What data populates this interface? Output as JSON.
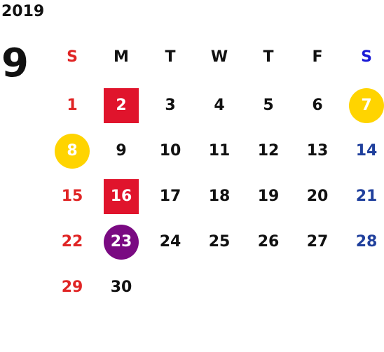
{
  "year": "2019",
  "month": "9",
  "colors": {
    "sunday_text": "#e02424",
    "saturday_text": "#1f3f9c",
    "saturday_header": "#1a1ad6",
    "weekday_text": "#111111",
    "red_highlight": "#e0142c",
    "yellow_highlight": "#ffd400",
    "purple_highlight": "#7a0a82"
  },
  "weekdays": [
    {
      "label": "S",
      "color": "#e02424"
    },
    {
      "label": "M",
      "color": "#111111"
    },
    {
      "label": "T",
      "color": "#111111"
    },
    {
      "label": "W",
      "color": "#111111"
    },
    {
      "label": "T",
      "color": "#111111"
    },
    {
      "label": "F",
      "color": "#111111"
    },
    {
      "label": "S",
      "color": "#1a1ad6"
    }
  ],
  "days": [
    {
      "n": "1",
      "color": "#e02424"
    },
    {
      "n": "2",
      "color": "#ffffff",
      "bg": "#e0142c",
      "shape": "square"
    },
    {
      "n": "3",
      "color": "#111111"
    },
    {
      "n": "4",
      "color": "#111111"
    },
    {
      "n": "5",
      "color": "#111111"
    },
    {
      "n": "6",
      "color": "#111111"
    },
    {
      "n": "7",
      "color": "#ffffff",
      "bg": "#ffd400",
      "shape": "circle"
    },
    {
      "n": "8",
      "color": "#ffffff",
      "bg": "#ffd400",
      "shape": "circle"
    },
    {
      "n": "9",
      "color": "#111111"
    },
    {
      "n": "10",
      "color": "#111111"
    },
    {
      "n": "11",
      "color": "#111111"
    },
    {
      "n": "12",
      "color": "#111111"
    },
    {
      "n": "13",
      "color": "#111111"
    },
    {
      "n": "14",
      "color": "#1f3f9c"
    },
    {
      "n": "15",
      "color": "#e02424"
    },
    {
      "n": "16",
      "color": "#ffffff",
      "bg": "#e0142c",
      "shape": "square"
    },
    {
      "n": "17",
      "color": "#111111"
    },
    {
      "n": "18",
      "color": "#111111"
    },
    {
      "n": "19",
      "color": "#111111"
    },
    {
      "n": "20",
      "color": "#111111"
    },
    {
      "n": "21",
      "color": "#1f3f9c"
    },
    {
      "n": "22",
      "color": "#e02424"
    },
    {
      "n": "23",
      "color": "#ffffff",
      "bg": "#7a0a82",
      "shape": "circle"
    },
    {
      "n": "24",
      "color": "#111111"
    },
    {
      "n": "25",
      "color": "#111111"
    },
    {
      "n": "26",
      "color": "#111111"
    },
    {
      "n": "27",
      "color": "#111111"
    },
    {
      "n": "28",
      "color": "#1f3f9c"
    },
    {
      "n": "29",
      "color": "#e02424"
    },
    {
      "n": "30",
      "color": "#111111"
    }
  ]
}
